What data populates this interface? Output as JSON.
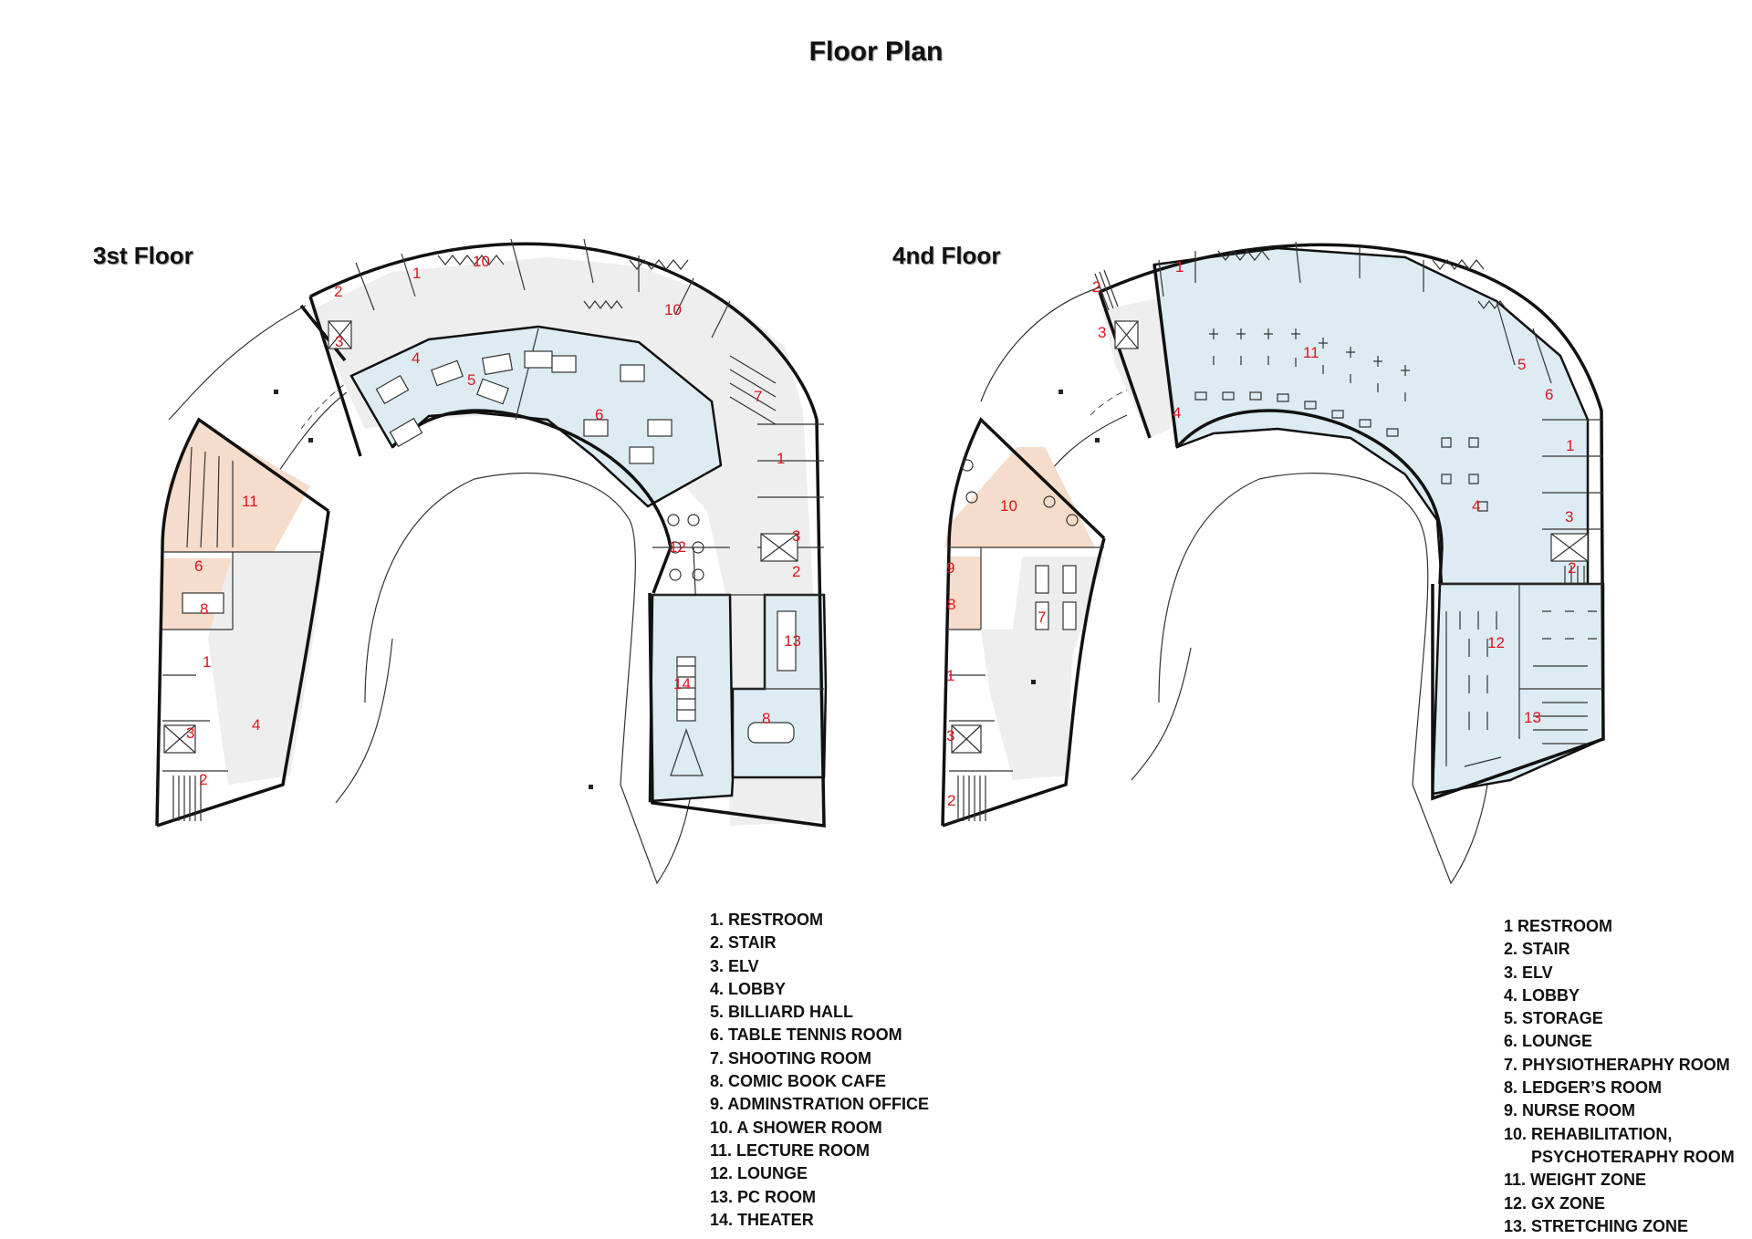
{
  "title": "Floor Plan",
  "floors": [
    {
      "title": "3st Floor",
      "legend": [
        "1. RESTROOM",
        "2. STAIR",
        "3. ELV",
        "4. LOBBY",
        "5. BILLIARD HALL",
        "6. TABLE TENNIS ROOM",
        "7. SHOOTING ROOM",
        "8. COMIC BOOK CAFE",
        "9. ADMINSTRATION OFFICE",
        "10. A SHOWER ROOM",
        "11. LECTURE ROOM",
        "12. LOUNGE",
        "13. PC ROOM",
        "14. THEATER"
      ],
      "room_labels": [
        "1",
        "10",
        "2",
        "3",
        "4",
        "5",
        "10",
        "6",
        "7",
        "1",
        "11",
        "3",
        "6",
        "2",
        "12",
        "8",
        "13",
        "1",
        "14",
        "8",
        "3",
        "4",
        "2"
      ]
    },
    {
      "title": "4nd Floor",
      "legend": [
        "1 RESTROOM",
        "2. STAIR",
        "3. ELV",
        "4. LOBBY",
        "5. STORAGE",
        "6. LOUNGE",
        "7. PHYSIOTHERAPHY ROOM",
        "8. LEDGER’S ROOM",
        "9. NURSE ROOM",
        "10. REHABILITATION,",
        "      PSYCHOTERAPHY ROOM",
        "11. WEIGHT ZONE",
        "12. GX ZONE",
        "13. STRETCHING ZONE"
      ],
      "room_labels": [
        "1",
        "2",
        "3",
        "11",
        "5",
        "4",
        "6",
        "1",
        "10",
        "4",
        "3",
        "2",
        "9",
        "8",
        "7",
        "12",
        "1",
        "13",
        "3",
        "2"
      ]
    }
  ],
  "colors": {
    "corridor": "#eeeeee",
    "activity": "#dcecf2",
    "office": "#f6dccb",
    "wall": "#111111",
    "label": "#e0141e"
  }
}
